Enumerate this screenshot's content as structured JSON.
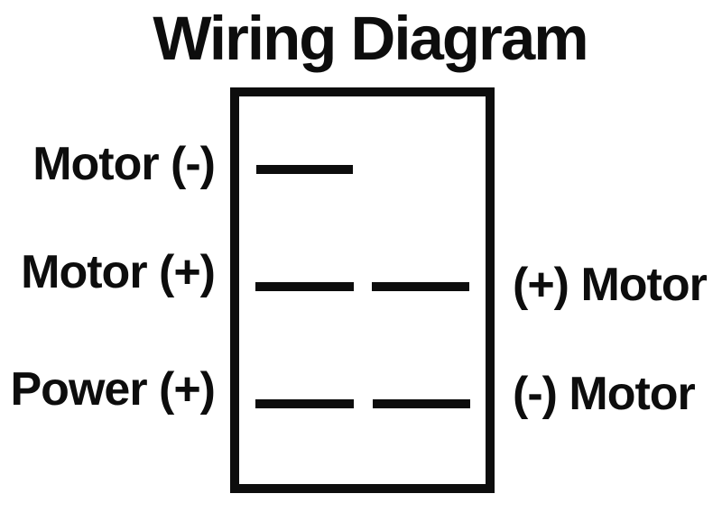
{
  "page": {
    "background_color": "#ffffff",
    "ink_color": "#0d0d0d"
  },
  "diagram": {
    "title": "Wiring Diagram",
    "rows": [
      {
        "left_label": "Motor (-)",
        "right_label": "",
        "terminals": "left-only"
      },
      {
        "left_label": "Motor (+)",
        "right_label": "(+) Motor",
        "terminals": "left-and-right"
      },
      {
        "left_label": "Power (+)",
        "right_label": "(-) Motor",
        "terminals": "left-and-right"
      }
    ]
  }
}
